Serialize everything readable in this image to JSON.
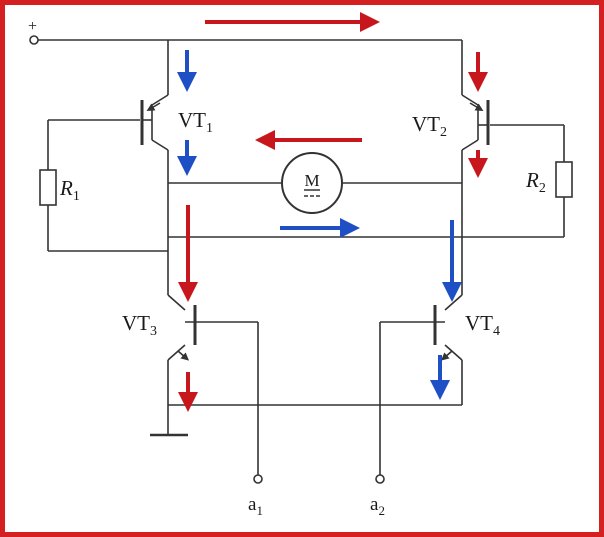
{
  "labels": {
    "plus": "+",
    "vt1": "VT",
    "vt1_sub": "1",
    "vt2": "VT",
    "vt2_sub": "2",
    "vt3": "VT",
    "vt3_sub": "3",
    "vt4": "VT",
    "vt4_sub": "4",
    "r1": "R",
    "r1_sub": "1",
    "r2": "R",
    "r2_sub": "2",
    "motor": "M",
    "a1": "a",
    "a1_sub": "1",
    "a2": "a",
    "a2_sub": "2"
  },
  "colors": {
    "border": "#d42020",
    "wire": "#333333",
    "red_arrow": "#c8161d",
    "blue_arrow": "#1f4fc4"
  }
}
